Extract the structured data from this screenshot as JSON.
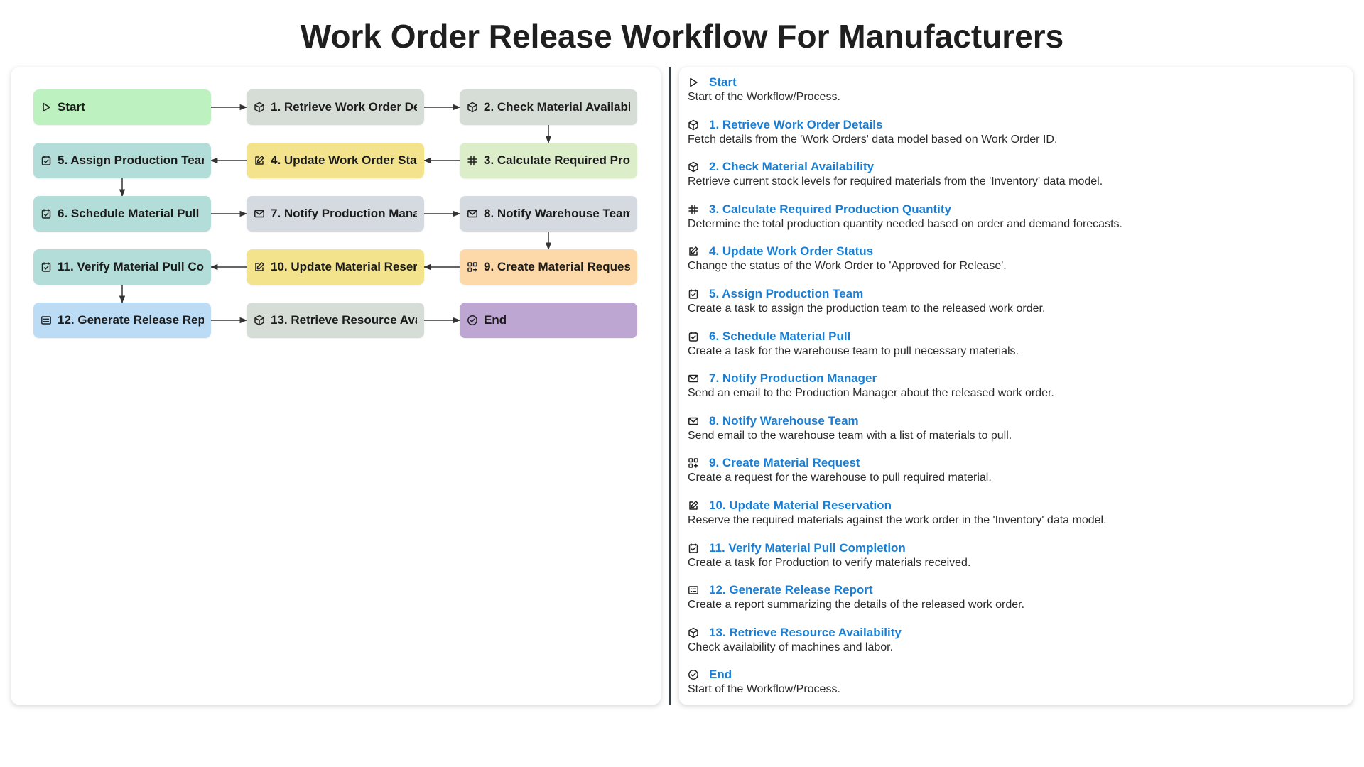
{
  "page": {
    "title": "Work Order Release Workflow For Manufacturers"
  },
  "colors": {
    "start": "#bdf2c0",
    "retrieve": "#d6ddd6",
    "calculate": "#dcedca",
    "update": "#f2e38c",
    "task": "#b3ddd8",
    "notify": "#d4dadf",
    "request": "#fdd8a8",
    "report": "#bcdcf6",
    "end": "#bda6d2",
    "link": "#1a7fd4"
  },
  "nodes": [
    {
      "id": "start",
      "label": "Start",
      "icon": "play-icon",
      "color": "#bdf2c0",
      "row": 0,
      "col": 0
    },
    {
      "id": "n1",
      "label": "1. Retrieve Work Order Details",
      "icon": "cube-icon",
      "color": "#d6ddd6",
      "row": 0,
      "col": 1
    },
    {
      "id": "n2",
      "label": "2. Check Material Availability",
      "icon": "cube-icon",
      "color": "#d6ddd6",
      "row": 0,
      "col": 2
    },
    {
      "id": "n3",
      "label": "3. Calculate Required Production Quantity",
      "icon": "hash-icon",
      "color": "#dcedca",
      "row": 1,
      "col": 2
    },
    {
      "id": "n4",
      "label": "4. Update Work Order Status",
      "icon": "edit-icon",
      "color": "#f2e38c",
      "row": 1,
      "col": 1
    },
    {
      "id": "n5",
      "label": "5. Assign Production Team",
      "icon": "task-icon",
      "color": "#b3ddd8",
      "row": 1,
      "col": 0
    },
    {
      "id": "n6",
      "label": "6. Schedule Material Pull",
      "icon": "task-icon",
      "color": "#b3ddd8",
      "row": 2,
      "col": 0
    },
    {
      "id": "n7",
      "label": "7. Notify Production Manager",
      "icon": "mail-icon",
      "color": "#d4dadf",
      "row": 2,
      "col": 1
    },
    {
      "id": "n8",
      "label": "8. Notify Warehouse Team",
      "icon": "mail-icon",
      "color": "#d4dadf",
      "row": 2,
      "col": 2
    },
    {
      "id": "n9",
      "label": "9. Create Material Request",
      "icon": "request-icon",
      "color": "#fdd8a8",
      "row": 3,
      "col": 2
    },
    {
      "id": "n10",
      "label": "10. Update Material Reservation",
      "icon": "edit-icon",
      "color": "#f2e38c",
      "row": 3,
      "col": 1
    },
    {
      "id": "n11",
      "label": "11. Verify Material Pull Completion",
      "icon": "task-icon",
      "color": "#b3ddd8",
      "row": 3,
      "col": 0
    },
    {
      "id": "n12",
      "label": "12. Generate Release Report",
      "icon": "report-icon",
      "color": "#bcdcf6",
      "row": 4,
      "col": 0
    },
    {
      "id": "n13",
      "label": "13. Retrieve Resource Availability",
      "icon": "cube-icon",
      "color": "#d6ddd6",
      "row": 4,
      "col": 1
    },
    {
      "id": "end",
      "label": "End",
      "icon": "check-circle-icon",
      "color": "#bda6d2",
      "row": 4,
      "col": 2
    }
  ],
  "edges": [
    [
      "start",
      "n1"
    ],
    [
      "n1",
      "n2"
    ],
    [
      "n2",
      "n3"
    ],
    [
      "n3",
      "n4"
    ],
    [
      "n4",
      "n5"
    ],
    [
      "n5",
      "n6"
    ],
    [
      "n6",
      "n7"
    ],
    [
      "n7",
      "n8"
    ],
    [
      "n8",
      "n9"
    ],
    [
      "n9",
      "n10"
    ],
    [
      "n10",
      "n11"
    ],
    [
      "n11",
      "n12"
    ],
    [
      "n12",
      "n13"
    ],
    [
      "n13",
      "end"
    ]
  ],
  "details": [
    {
      "title": "Start",
      "icon": "play-icon",
      "desc": "Start of the Workflow/Process."
    },
    {
      "title": "1. Retrieve Work Order Details",
      "icon": "cube-icon",
      "desc": "Fetch details from the 'Work Orders' data model based on Work Order ID."
    },
    {
      "title": "2. Check Material Availability",
      "icon": "cube-icon",
      "desc": "Retrieve current stock levels for required materials from the 'Inventory' data model."
    },
    {
      "title": "3. Calculate Required Production Quantity",
      "icon": "hash-icon",
      "desc": "Determine the total production quantity needed based on order and demand forecasts."
    },
    {
      "title": "4. Update Work Order Status",
      "icon": "edit-icon",
      "desc": "Change the status of the Work Order to 'Approved for Release'."
    },
    {
      "title": "5. Assign Production Team",
      "icon": "task-icon",
      "desc": "Create a task to assign the production team to the released work order."
    },
    {
      "title": "6. Schedule Material Pull",
      "icon": "task-icon",
      "desc": "Create a task for the warehouse team to pull necessary materials."
    },
    {
      "title": "7. Notify Production Manager",
      "icon": "mail-icon",
      "desc": "Send an email to the Production Manager about the released work order."
    },
    {
      "title": "8. Notify Warehouse Team",
      "icon": "mail-icon",
      "desc": "Send email to the warehouse team with a list of materials to pull."
    },
    {
      "title": "9. Create Material Request",
      "icon": "request-icon",
      "desc": "Create a request for the warehouse to pull required material."
    },
    {
      "title": "10. Update Material Reservation",
      "icon": "edit-icon",
      "desc": "Reserve the required materials against the work order in the 'Inventory' data model."
    },
    {
      "title": "11. Verify Material Pull Completion",
      "icon": "task-icon",
      "desc": "Create a task for Production to verify materials received."
    },
    {
      "title": "12. Generate Release Report",
      "icon": "report-icon",
      "desc": "Create a report summarizing the details of the released work order."
    },
    {
      "title": "13. Retrieve Resource Availability",
      "icon": "cube-icon",
      "desc": "Check availability of machines and labor."
    },
    {
      "title": "End",
      "icon": "check-circle-icon",
      "desc": "Start of the Workflow/Process."
    }
  ]
}
